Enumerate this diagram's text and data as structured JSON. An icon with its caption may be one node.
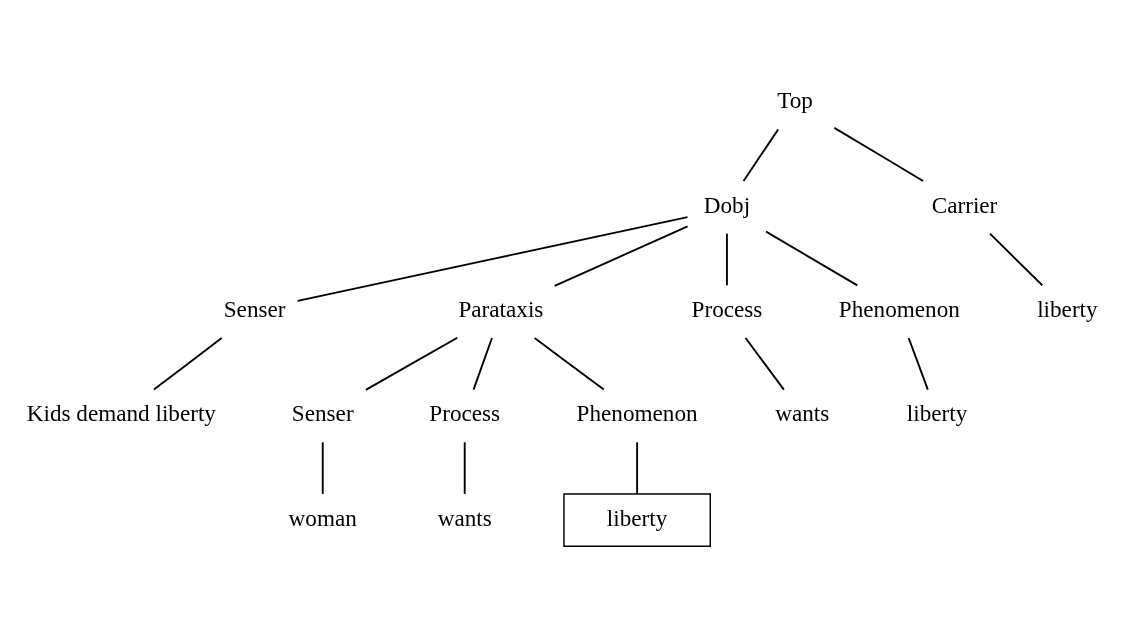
{
  "diagram": {
    "nodes": [
      {
        "text": [
          "Top"
        ]
      },
      {
        "text": [
          "Dobj"
        ]
      },
      {
        "text": [
          "Carrier"
        ]
      },
      {
        "text": [
          "liberty"
        ]
      },
      {
        "text": [
          "Senser"
        ]
      },
      {
        "text": [
          "Parataxis"
        ]
      },
      {
        "text": [
          "Process"
        ]
      },
      {
        "text": [
          "Phenomenon"
        ]
      },
      {
        "text": [
          "Kids demand liberty"
        ]
      },
      {
        "text": [
          "wants"
        ]
      },
      {
        "text": [
          "liberty"
        ]
      },
      {
        "text": [
          "Senser"
        ]
      },
      {
        "text": [
          "Process"
        ]
      },
      {
        "text": [
          "Phenomenon"
        ]
      },
      {
        "text": [
          "woman"
        ]
      },
      {
        "text": [
          "wants"
        ]
      },
      {
        "text": [
          "liberty"
        ]
      }
    ],
    "edges": [
      {
        "from": 0,
        "to": 1,
        "arrow": "none"
      },
      {
        "from": 0,
        "to": 2,
        "arrow": "none"
      },
      {
        "from": 1,
        "to": 4,
        "arrow": "none"
      },
      {
        "from": 1,
        "to": 5,
        "arrow": "none"
      },
      {
        "from": 1,
        "to": 6,
        "arrow": "none"
      },
      {
        "from": 1,
        "to": 7,
        "arrow": "none"
      },
      {
        "from": 2,
        "to": 3,
        "arrow": "none"
      },
      {
        "from": 4,
        "to": 8,
        "arrow": "none"
      },
      {
        "from": 5,
        "to": 11,
        "arrow": "none"
      },
      {
        "from": 5,
        "to": 12,
        "arrow": "none"
      },
      {
        "from": 5,
        "to": 13,
        "arrow": "none"
      },
      {
        "from": 6,
        "to": 9,
        "arrow": "none"
      },
      {
        "from": 7,
        "to": 10,
        "arrow": "none"
      },
      {
        "from": 11,
        "to": 14,
        "arrow": "none"
      },
      {
        "from": 12,
        "to": 15,
        "arrow": "none"
      },
      {
        "from": 13,
        "to": 16,
        "arrow": "none"
      }
    ]
  }
}
